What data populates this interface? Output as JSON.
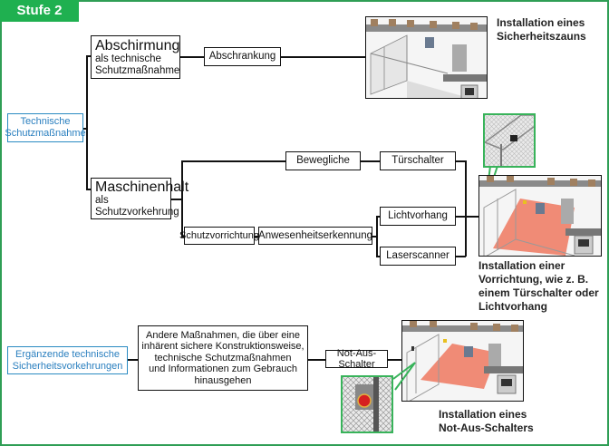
{
  "stage": {
    "label": "Stufe 2"
  },
  "categories": {
    "technical": {
      "label_line1": "Technische",
      "label_line2": "Schutzmaßnahme"
    },
    "supplementary": {
      "label_line1": "Ergänzende technische",
      "label_line2": "Sicherheitsvorkehrungen"
    }
  },
  "nodes": {
    "abschirmung": {
      "title": "Abschirmung",
      "sub1": "als technische",
      "sub2": "Schutzmaßnahme"
    },
    "abschrankung": {
      "label": "Abschrankung"
    },
    "maschinenhalt": {
      "title": "Maschinenhalt",
      "sub1": "als",
      "sub2": "Schutzvorkehrung"
    },
    "bewegliche": {
      "label": "Bewegliche"
    },
    "tuerschalter": {
      "label": "Türschalter"
    },
    "schutzvorrichtung": {
      "label": "Schutzvorrichtung"
    },
    "anwesenheit": {
      "label": "Anwesenheitserkennung"
    },
    "lichtvorhang": {
      "label": "Lichtvorhang"
    },
    "laserscanner": {
      "label": "Laserscanner"
    },
    "andere": {
      "line1": "Andere Maßnahmen, die über eine",
      "line2": "inhärent sichere Konstruktionsweise,",
      "line3": "technische Schutzmaßnahmen",
      "line4": "und Informationen zum Gebrauch",
      "line5": "hinausgehen"
    },
    "notaus": {
      "label": "Not-Aus-Schalter"
    }
  },
  "captions": {
    "zaun": {
      "line1": "Installation eines",
      "line2": "Sicherheitszauns"
    },
    "vorrichtung": {
      "line1": "Installation einer",
      "line2": "Vorrichtung, wie z. B.",
      "line3": "einem Türschalter oder",
      "line4": "Lichtvorhang"
    },
    "notaus": {
      "line1": "Installation eines",
      "line2": "Not-Aus-Schalters"
    }
  },
  "colors": {
    "accent_green": "#1fb050",
    "category_blue": "#2a7fbf",
    "laser_zone": "#f08068"
  }
}
